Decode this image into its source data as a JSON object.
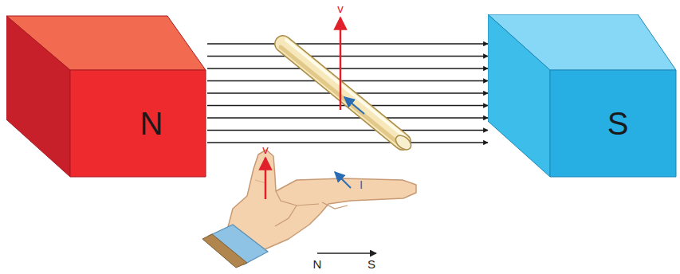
{
  "diagram": {
    "nodes": [
      {
        "text": [
          "N"
        ]
      },
      {
        "text": [
          "S"
        ]
      }
    ],
    "edges": [
      {
        "from": 0,
        "to": 1,
        "arrow": "to"
      },
      {
        "from": 0,
        "to": 1,
        "arrow": "to"
      },
      {
        "from": 0,
        "to": 1,
        "arrow": "to"
      },
      {
        "from": 0,
        "to": 1,
        "arrow": "to"
      },
      {
        "from": 0,
        "to": 1,
        "arrow": "to"
      },
      {
        "from": 0,
        "to": 1,
        "arrow": "to"
      },
      {
        "from": 0,
        "to": 1,
        "arrow": "to"
      },
      {
        "from": 0,
        "to": 1,
        "arrow": "to"
      },
      {
        "from": 0,
        "to": 1,
        "arrow": "to"
      }
    ],
    "labels": [
      "v",
      "v",
      "I",
      "N",
      "S"
    ]
  }
}
